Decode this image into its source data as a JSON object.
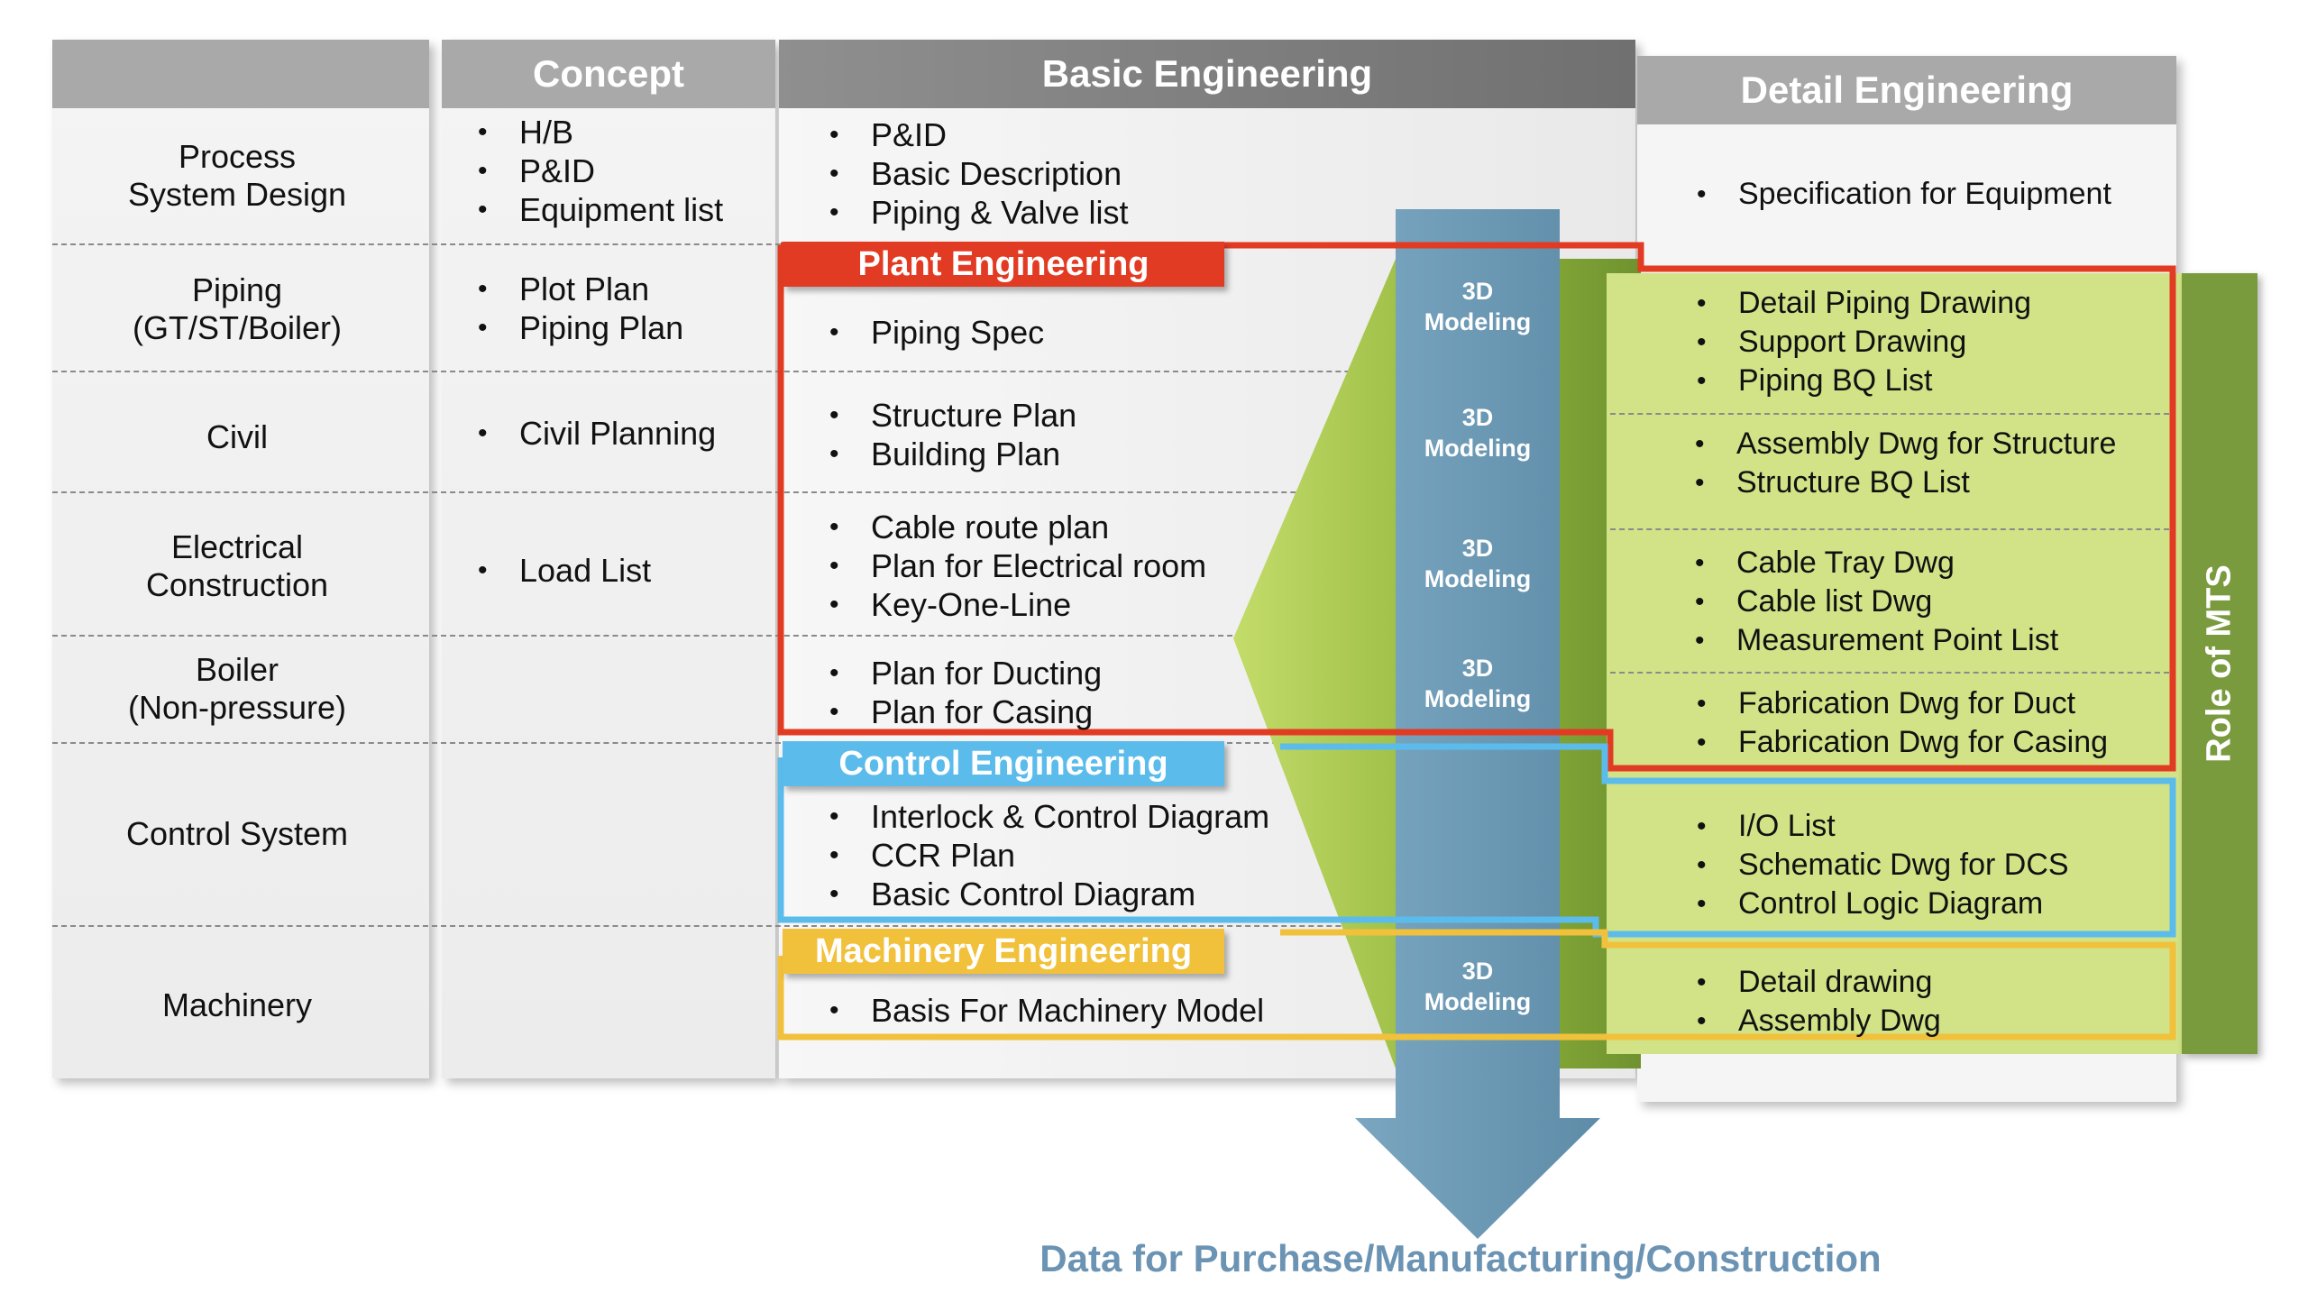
{
  "headers": {
    "concept": "Concept",
    "basic": "Basic Engineering",
    "detail": "Detail Engineering"
  },
  "rows": [
    {
      "label": "Process\nSystem Design"
    },
    {
      "label": "Piping\n(GT/ST/Boiler)"
    },
    {
      "label": "Civil"
    },
    {
      "label": "Electrical\nConstruction"
    },
    {
      "label": "Boiler\n(Non-pressure)"
    },
    {
      "label": "Control System"
    },
    {
      "label": "Machinery"
    }
  ],
  "concept": {
    "process": [
      "H/B",
      "P&ID",
      "Equipment list"
    ],
    "piping": [
      "Plot Plan",
      "Piping Plan"
    ],
    "civil": [
      "Civil Planning"
    ],
    "electrical": [
      "Load List"
    ]
  },
  "basic": {
    "process": [
      "P&ID",
      "Basic Description",
      "Piping & Valve list"
    ],
    "piping": [
      "Piping Spec"
    ],
    "civil": [
      "Structure Plan",
      "Building Plan"
    ],
    "electrical": [
      "Cable route plan",
      "Plan for Electrical room",
      "Key-One-Line"
    ],
    "boiler": [
      "Plan for Ducting",
      "Plan for Casing"
    ],
    "control": [
      "Interlock & Control Diagram",
      "CCR Plan",
      "Basic Control Diagram"
    ],
    "machinery": [
      "Basis For Machinery Model"
    ]
  },
  "detail": {
    "process": [
      "Specification for Equipment"
    ],
    "piping": [
      "Detail Piping Drawing",
      "Support Drawing",
      "Piping BQ List"
    ],
    "civil": [
      "Assembly Dwg for Structure",
      "Structure BQ List"
    ],
    "electrical": [
      "Cable Tray Dwg",
      "Cable list Dwg",
      "Measurement Point List"
    ],
    "boiler": [
      "Fabrication Dwg for Duct",
      "Fabrication Dwg for Casing"
    ],
    "control": [
      "I/O List",
      "Schematic Dwg for DCS",
      "Control Logic Diagram"
    ],
    "machinery": [
      "Detail drawing",
      "Assembly Dwg"
    ]
  },
  "tags": {
    "plant": "Plant Engineering",
    "control": "Control Engineering",
    "machinery": "Machinery Engineering"
  },
  "modeling": [
    "3D\nModeling",
    "3D\nModeling",
    "3D\nModeling",
    "3D\nModeling",
    "3D\nModeling"
  ],
  "role": "Role of MTS",
  "footer": "Data for Purchase/Manufacturing/Construction",
  "colors": {
    "header_gray": "#a9a9a9",
    "header_dark": "#808080",
    "plant_red": "#e23b24",
    "control_blue": "#5bbcec",
    "machinery_yellow": "#f1c13c",
    "green_light": "#d1e386",
    "green_mid": "#a7c63b",
    "green_dark": "#7a9a3e",
    "arrow_blue": "#6a98b4",
    "footer_blue": "#6b93b3"
  }
}
